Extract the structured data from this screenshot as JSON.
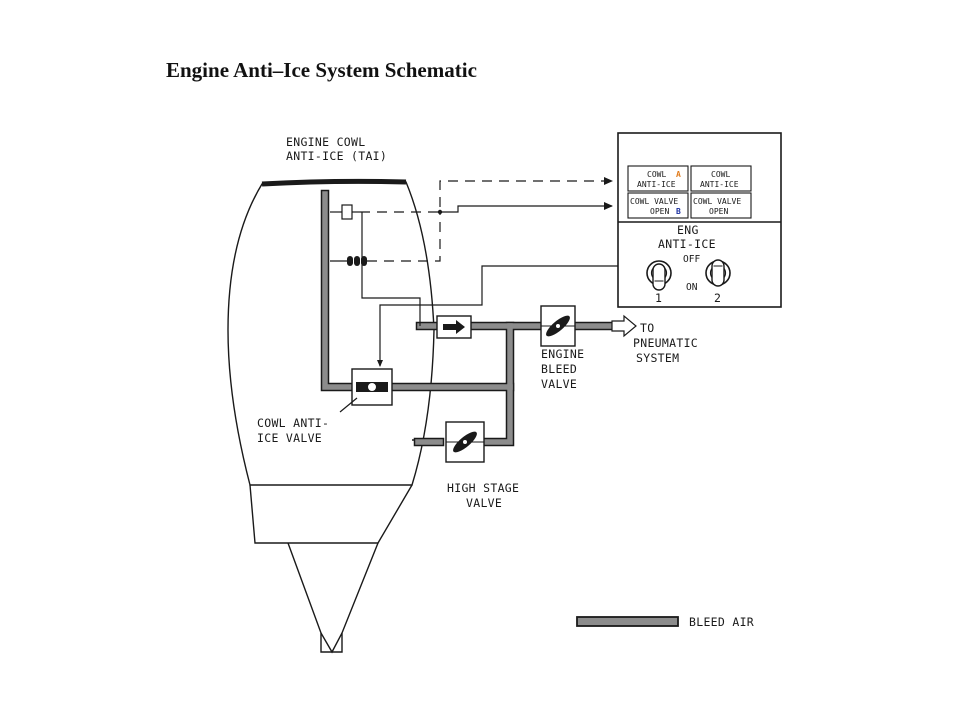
{
  "title": "Engine Anti–Ice System Schematic",
  "labels": {
    "engine_cowl": [
      "ENGINE COWL",
      "ANTI-ICE (TAI)"
    ],
    "cowl_anti_ice_valve": [
      "COWL ANTI-",
      "ICE VALVE"
    ],
    "engine_bleed_valve": [
      "ENGINE",
      "BLEED",
      "VALVE"
    ],
    "high_stage_valve": [
      "HIGH STAGE",
      "VALVE"
    ],
    "to_pneumatic": [
      "TO",
      "PNEUMATIC",
      "SYSTEM"
    ]
  },
  "panel": {
    "lights": {
      "cowl_anti_ice_1": [
        "COWL",
        "ANTI-ICE"
      ],
      "cowl_anti_ice_2": [
        "COWL",
        "ANTI-ICE"
      ],
      "cowl_valve_open_1": [
        "COWL VALVE",
        "OPEN"
      ],
      "cowl_valve_open_2": [
        "COWL VALVE",
        "OPEN"
      ],
      "callout_a": "A",
      "callout_b": "B"
    },
    "switch_title": [
      "ENG",
      "ANTI-ICE"
    ],
    "off_label": "OFF",
    "on_label": "ON",
    "switch_1": "1",
    "switch_2": "2"
  },
  "legend": {
    "bleed_air": "BLEED AIR"
  },
  "colors": {
    "line": "#1a1a1a",
    "duct_fill": "#8c8c8c",
    "callout_a": "#e07a1a",
    "callout_b": "#1a2fa0"
  }
}
